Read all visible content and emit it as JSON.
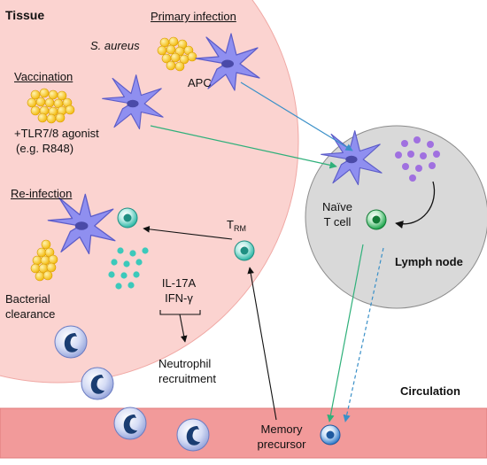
{
  "regions": {
    "tissue": "Tissue",
    "lymph_node": "Lymph node",
    "circulation": "Circulation"
  },
  "sections": {
    "primary_infection": "Primary infection",
    "vaccination": "Vaccination",
    "reinfection": "Re-infection"
  },
  "labels": {
    "s_aureus": "S. aureus",
    "apc": "APC",
    "agonist_line1": "+TLR7/8 agonist",
    "agonist_line2": "(e.g. R848)",
    "trm_main": "T",
    "trm_sub": "RM",
    "cytokine_line1": "IL-17A",
    "cytokine_line2": "IFN-γ",
    "clearance_line1": "Bacterial",
    "clearance_line2": "clearance",
    "neutrophil_line1": "Neutrophil",
    "neutrophil_line2": "recruitment",
    "naive_line1": "Naïve",
    "naive_line2": "T cell",
    "memory_line1": "Memory",
    "memory_line2": "precursor"
  },
  "colors": {
    "tissue_fill": "#fbd3d0",
    "tissue_stroke": "#f0a8a4",
    "lymph_fill": "#d9d9d9",
    "lymph_stroke": "#8c8c8c",
    "vessel_fill": "#f29a9a",
    "bacteria": "#f7c51e",
    "dendritic": "#8f8ff0",
    "cytokine": "#3cc9bb",
    "antigen": "#a070e0",
    "t_cell_teal": "#2bb6a5",
    "t_cell_green": "#1aa34a",
    "memory_blue": "#2d78c8",
    "neutrophil_body": "#c9d2f2",
    "neutrophil_nucleus": "#1a3d72",
    "arrow_blue": "#3a90c8",
    "arrow_green": "#2fb07a",
    "arrow_black": "#111111"
  },
  "icons": {
    "bacteria": "bacteria-cluster-icon",
    "apc": "dendritic-cell-icon",
    "t_cell": "t-cell-icon",
    "neutrophil": "neutrophil-icon",
    "cytokine": "cytokine-dots-icon",
    "antigen": "antigen-dots-icon"
  }
}
